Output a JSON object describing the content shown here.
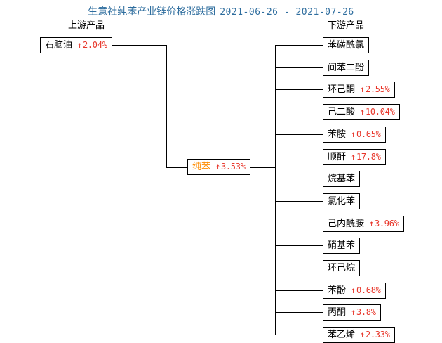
{
  "chart_data": {
    "type": "diagram",
    "title": "生意社纯苯产业链价格涨跌图",
    "date_range": "2021-06-26 - 2021-07-26",
    "colors": {
      "title": "#2e6d9e",
      "center_node_text": "#ff8c00",
      "change_positive": "#e8362a",
      "node_border": "#000000",
      "background": "#ffffff"
    },
    "columns": {
      "upstream_label": "上游产品",
      "downstream_label": "下游产品"
    },
    "center": {
      "name": "纯苯",
      "arrow": "↑",
      "change": "3.53%"
    },
    "upstream": [
      {
        "name": "石脑油",
        "arrow": "↑",
        "change": "2.04%"
      }
    ],
    "downstream": [
      {
        "name": "苯磺酰氯",
        "arrow": "",
        "change": ""
      },
      {
        "name": "间苯二酚",
        "arrow": "",
        "change": ""
      },
      {
        "name": "环己酮",
        "arrow": "↑",
        "change": "2.55%"
      },
      {
        "name": "己二酸",
        "arrow": "↑",
        "change": "10.04%"
      },
      {
        "name": "苯胺",
        "arrow": "↑",
        "change": "0.65%"
      },
      {
        "name": "顺酐",
        "arrow": "↑",
        "change": "17.8%"
      },
      {
        "name": "烷基苯",
        "arrow": "",
        "change": ""
      },
      {
        "name": "氯化苯",
        "arrow": "",
        "change": ""
      },
      {
        "name": "己内酰胺",
        "arrow": "↑",
        "change": "3.96%"
      },
      {
        "name": "硝基苯",
        "arrow": "",
        "change": ""
      },
      {
        "name": "环己烷",
        "arrow": "",
        "change": ""
      },
      {
        "name": "苯酚",
        "arrow": "↑",
        "change": "0.68%"
      },
      {
        "name": "丙酮",
        "arrow": "↑",
        "change": "3.8%"
      },
      {
        "name": "苯乙烯",
        "arrow": "↑",
        "change": "2.33%"
      }
    ]
  }
}
